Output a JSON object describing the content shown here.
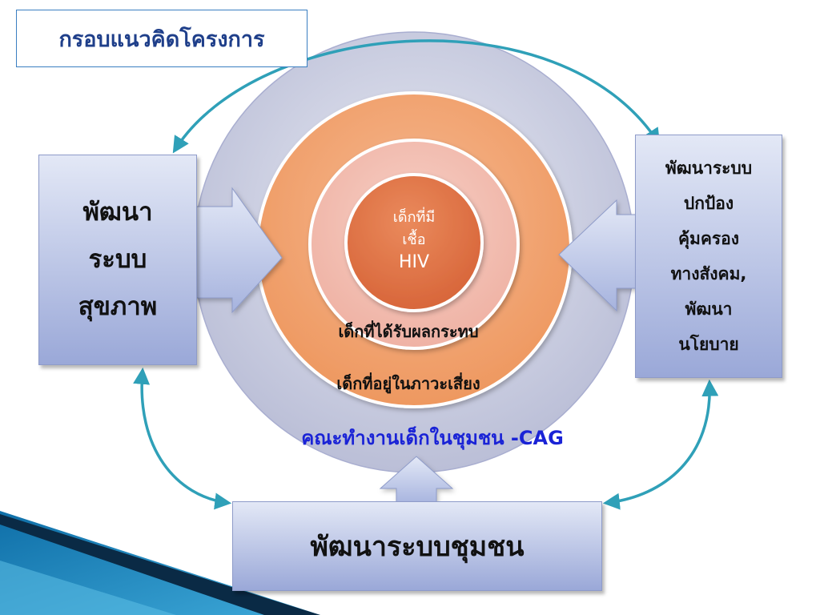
{
  "title": "กรอบแนวคิดโครงการ",
  "left_box": {
    "lines": [
      "พัฒนา",
      "ระบบ",
      "สุขภาพ"
    ]
  },
  "right_box": {
    "lines": [
      "พัฒนาระบบ",
      "ปกป้อง",
      "คุ้มครอง",
      "ทางสังคม,",
      "พัฒนา",
      "นโยบาย"
    ]
  },
  "bottom_box": {
    "label": "พัฒนาระบบชุมชน"
  },
  "circles": {
    "inner": {
      "lines": [
        "เด็กที่มี",
        "เชื้อ",
        "HIV"
      ]
    },
    "middle_label": "เด็กที่ได้รับผลกระทบ",
    "outer_label": "เด็กที่อยู่ในภาวะเสี่ยง",
    "outermost_label": "คณะทำงานเด็กในชุมชน -CAG"
  },
  "colors": {
    "outer_circle": "#c8cbe0",
    "orange_ring": "#f0a070",
    "pink_ring": "#f3bcb0",
    "core": "#e07040",
    "box_fill": "#b8c3e8",
    "connector": "#2fa0b8",
    "cag_text": "#1a23d6",
    "title_text": "#1f3f8a"
  }
}
